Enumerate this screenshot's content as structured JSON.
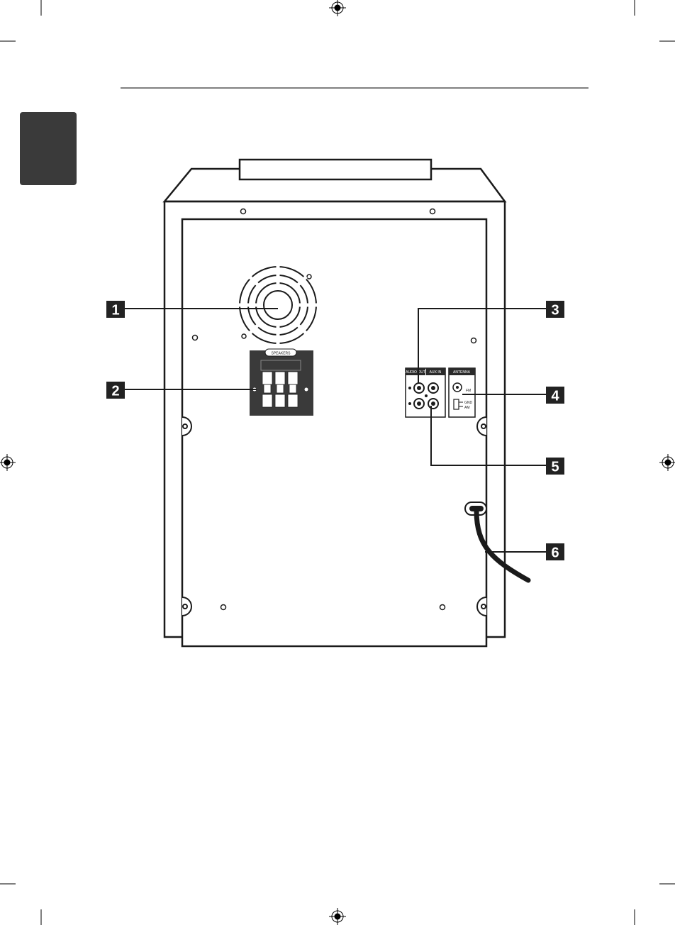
{
  "callouts": [
    {
      "number": "1",
      "name": "fan-vent"
    },
    {
      "number": "2",
      "name": "speaker-terminals"
    },
    {
      "number": "3",
      "name": "audio-out-jacks"
    },
    {
      "number": "4",
      "name": "antenna-terminal"
    },
    {
      "number": "5",
      "name": "aux-in-jacks"
    },
    {
      "number": "6",
      "name": "power-cord"
    }
  ],
  "panel_labels": {
    "speakers": "SPEAKERS",
    "audio_out": "AUDIO OUT",
    "aux_in": "AUX IN",
    "antenna": "ANTENNA",
    "fm": "FM",
    "gnd": "GND",
    "am": "AM"
  },
  "colors": {
    "chapter_tab": "#3a3a3a",
    "callout_box": "#222222",
    "line": "#1a1a1a"
  }
}
